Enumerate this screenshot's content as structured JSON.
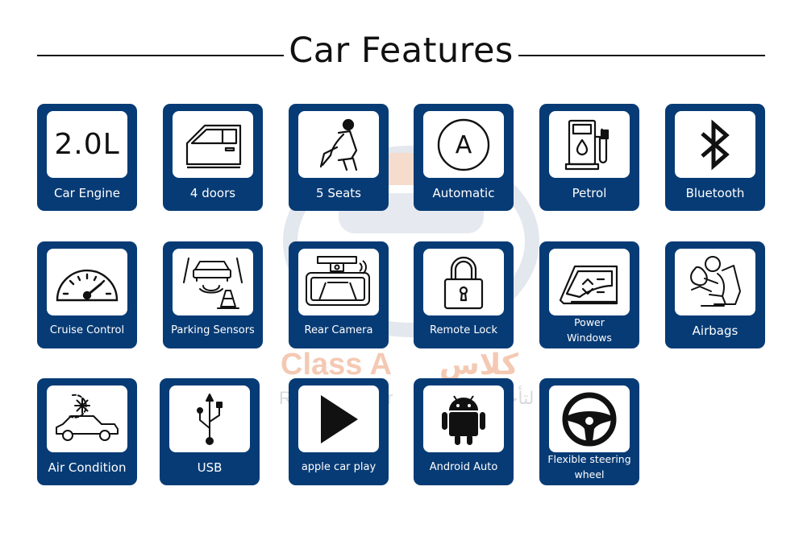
{
  "page": {
    "title": "Car Features",
    "watermark": {
      "brand": "Class A",
      "brand_ar": "كلاس أي",
      "sub_left": "R",
      "sub_mid": "r",
      "sub_ar": "لتأجير"
    }
  },
  "colors": {
    "tile": "#073b75",
    "face": "#ffffff",
    "title": "#111111"
  },
  "features": [
    {
      "label": "Car Engine",
      "icon": "engine-text",
      "value": "2.0L"
    },
    {
      "label": "4 doors",
      "icon": "car-door-icon"
    },
    {
      "label": "5 Seats",
      "icon": "car-seat-icon"
    },
    {
      "label": "Automatic",
      "icon": "automatic-transmission-icon",
      "glyph": "A"
    },
    {
      "label": "Petrol",
      "icon": "fuel-pump-icon"
    },
    {
      "label": "Bluetooth",
      "icon": "bluetooth-icon"
    },
    {
      "label": "Cruise Control",
      "icon": "speedometer-icon"
    },
    {
      "label": "Parking Sensors",
      "icon": "parking-sensor-icon"
    },
    {
      "label": "Rear Camera",
      "icon": "rear-camera-mirror-icon"
    },
    {
      "label": "Remote Lock",
      "icon": "padlock-icon"
    },
    {
      "label": "Power Windows",
      "label_lines": [
        "Power",
        "Windows"
      ],
      "icon": "power-window-icon"
    },
    {
      "label": "Airbags",
      "icon": "airbag-icon"
    },
    {
      "label": "Air Condition",
      "icon": "air-condition-icon"
    },
    {
      "label": "USB",
      "icon": "usb-icon"
    },
    {
      "label": "apple car play",
      "icon": "play-icon"
    },
    {
      "label": "Android Auto",
      "icon": "android-icon"
    },
    {
      "label": "Flexible steering wheel",
      "label_lines": [
        "Flexible steering",
        "wheel"
      ],
      "icon": "steering-wheel-icon"
    }
  ]
}
